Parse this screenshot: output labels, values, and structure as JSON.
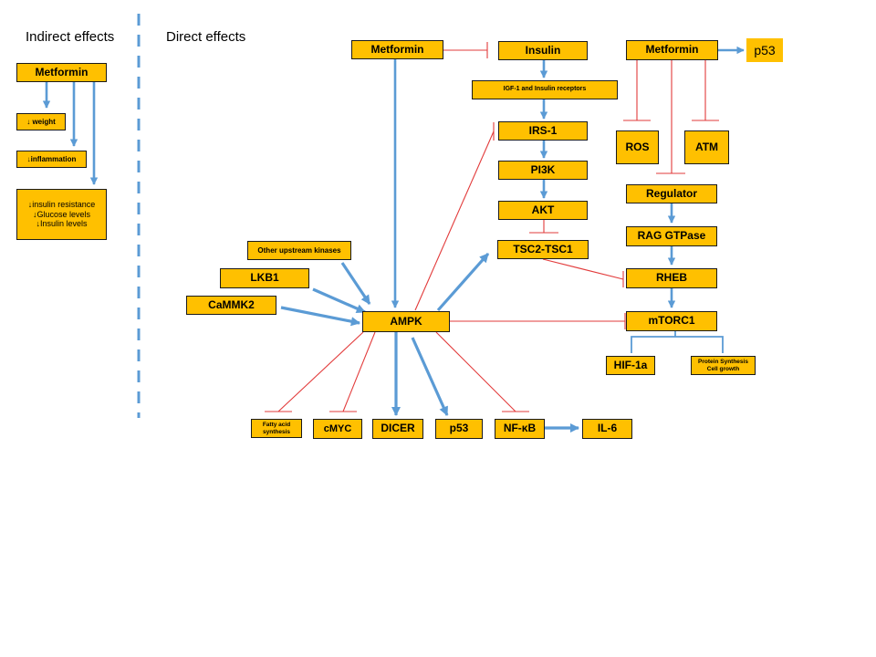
{
  "headers": {
    "indirect": "Indirect effects",
    "direct": "Direct effects"
  },
  "colors": {
    "node_fill": "#FFC000",
    "activation_arrow": "#5B9BD5",
    "inhibition_line": "#E23B3B",
    "divider": "#5B9BD5"
  },
  "indirect": {
    "metformin": "Metformin",
    "weight": "↓ weight",
    "inflammation": "↓inflammation",
    "insulin_resistance": "↓insulin resistance",
    "glucose_levels": "↓Glucose levels",
    "insulin_levels": "↓Insulin levels"
  },
  "direct": {
    "metformin_left": "Metformin",
    "insulin": "Insulin",
    "igf_receptors": "IGF-1 and Insulin receptors",
    "irs1": "IRS-1",
    "pi3k": "PI3K",
    "akt": "AKT",
    "tsc": "TSC2-TSC1",
    "metformin_right": "Metformin",
    "p53_top": "p53",
    "ros": "ROS",
    "atm": "ATM",
    "regulator": "Regulator",
    "rag_gtpase": "RAG GTPase",
    "rheb": "RHEB",
    "mtorc1": "mTORC1",
    "hif1a": "HIF-1a",
    "protein_synthesis": "Protein Synthesis",
    "cell_growth": "Cell growth",
    "other_kinases": "Other upstream kinases",
    "lkb1": "LKB1",
    "camkk2": "CaMMK2",
    "ampk": "AMPK",
    "fatty_acid": "Fatty acid",
    "synthesis": "synthesis",
    "cmyc": "cMYC",
    "dicer": "DICER",
    "p53_bottom": "p53",
    "nfkb": "NF-κB",
    "il6": "IL-6"
  }
}
